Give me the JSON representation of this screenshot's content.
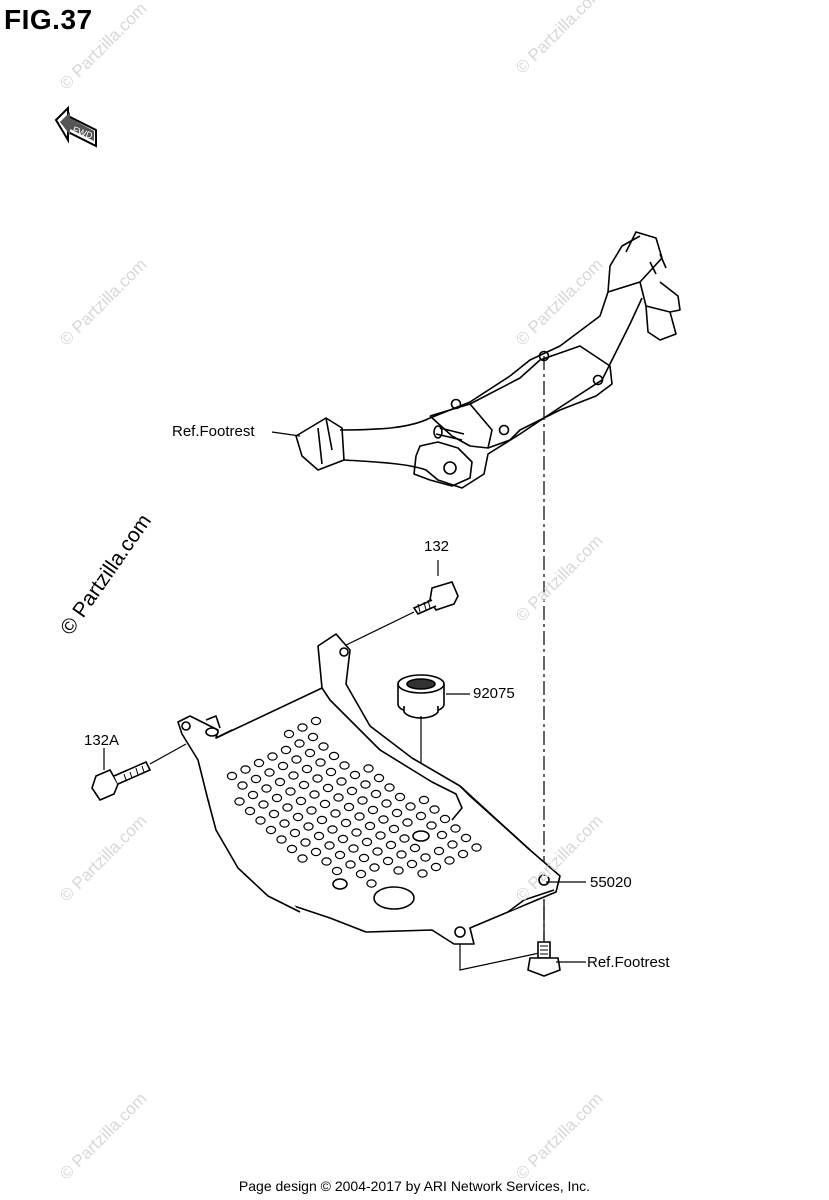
{
  "figure": {
    "title": "FIG.37"
  },
  "fwd_arrow": {
    "label": "FWD",
    "icon": "fwd-arrow-icon"
  },
  "callouts": {
    "ref_footrest_top": "Ref.Footrest",
    "bolt_132": "132",
    "bolt_132a": "132A",
    "damper_92075": "92075",
    "plate_55020": "55020",
    "ref_footrest_bottom": "Ref.Footrest"
  },
  "watermark": {
    "text": "© Partzilla.com"
  },
  "footer": {
    "text": "Page design © 2004-2017 by ARI Network Services, Inc."
  }
}
